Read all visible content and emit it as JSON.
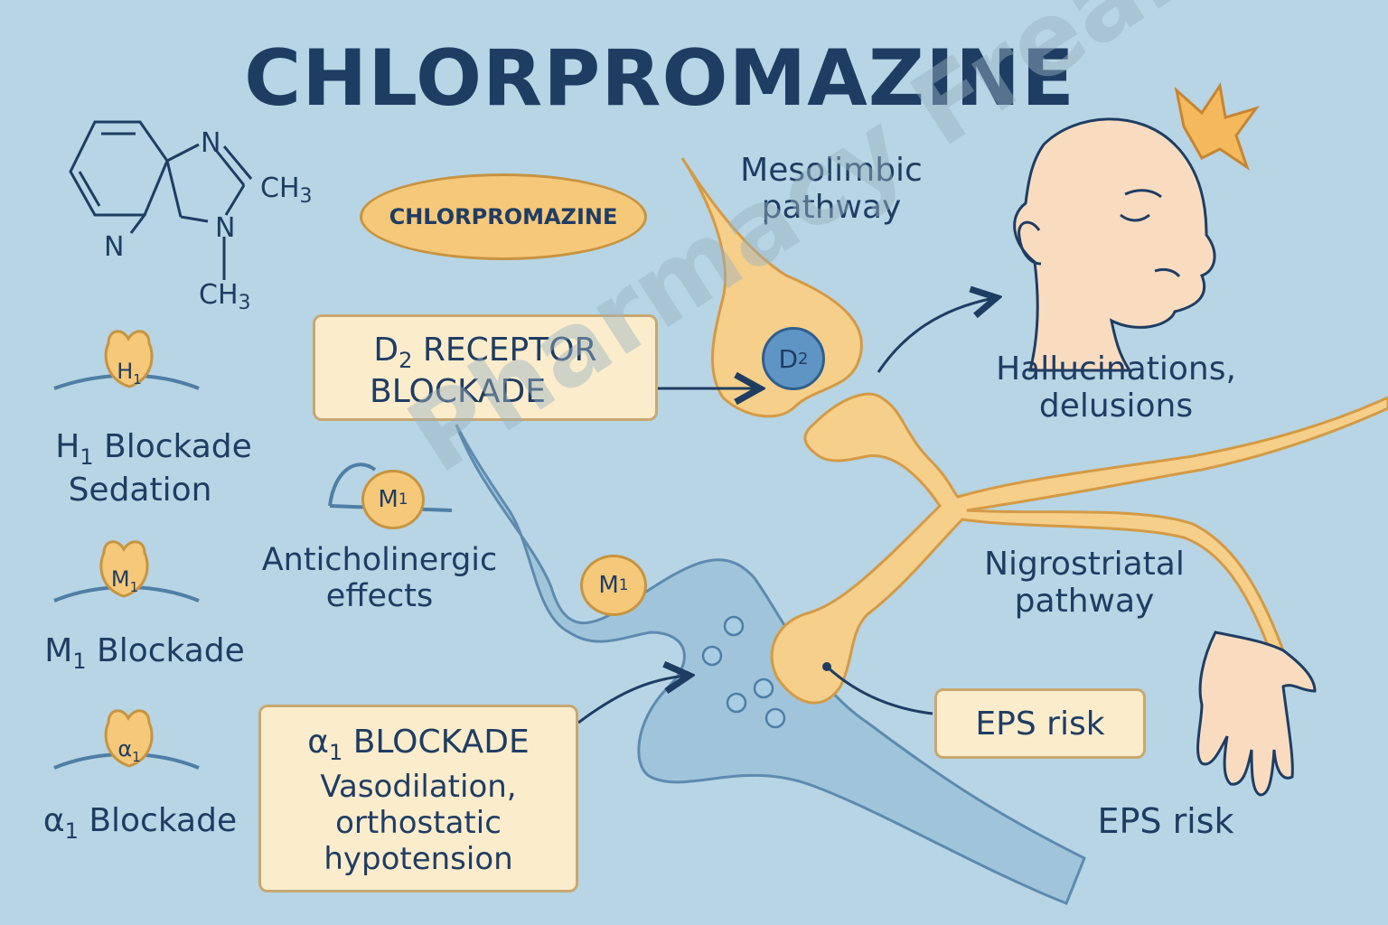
{
  "title": "CHLORPROMAZINE",
  "molecule": {
    "atom_n1": "N",
    "atom_n2": "N",
    "atom_n3": "N",
    "group_ch3_top": "CH",
    "group_ch3_bottom": "CH",
    "subscript": "3"
  },
  "drug_pill": "CHLORPROMAZINE",
  "d2_box": {
    "line1_prefix": "D",
    "line1_sub": "2",
    "line1_rest": " RECEPTOR",
    "line2": "BLOCKADE"
  },
  "d2_receptor": {
    "label": "D",
    "sub": "2"
  },
  "mesolimbic": {
    "line1": "Mesolimbic",
    "line2": "pathway"
  },
  "effects_positive": {
    "line1": "Hallucinations,",
    "line2": "delusions"
  },
  "h1": {
    "receptor": "H",
    "sub": "1",
    "label_prefix": "H",
    "label_rest": " Blockade",
    "effect": "Sedation"
  },
  "m1_left": {
    "receptor": "M",
    "sub": "1",
    "label_prefix": "M",
    "label_rest": " Blockade"
  },
  "alpha1_left": {
    "receptor": "α",
    "sub": "1",
    "label_prefix": "α",
    "label_rest": " Blockade"
  },
  "m1_mid": {
    "receptor": "M",
    "sub": "1",
    "effect_line1": "Anticholinergic",
    "effect_line2": "effects"
  },
  "m1_neuron": {
    "receptor": "M",
    "sub": "1"
  },
  "alpha_box": {
    "title_prefix": "α",
    "title_sub": "1",
    "title_rest": " BLOCKADE",
    "line1": "Vasodilation,",
    "line2": "orthostatic",
    "line3": "hypotension"
  },
  "nigrostriatal": {
    "line1": "Nigrostriatal",
    "line2": "pathway"
  },
  "eps_box": "EPS risk",
  "eps_label": "EPS risk",
  "watermark": "Pharmacy Freak",
  "colors": {
    "background": "#b7d5e4",
    "navy": "#1f3d63",
    "neuron_yellow": "#f6cf8a",
    "neuron_blue": "#9cc3da",
    "box_fill": "#fbeccc"
  }
}
